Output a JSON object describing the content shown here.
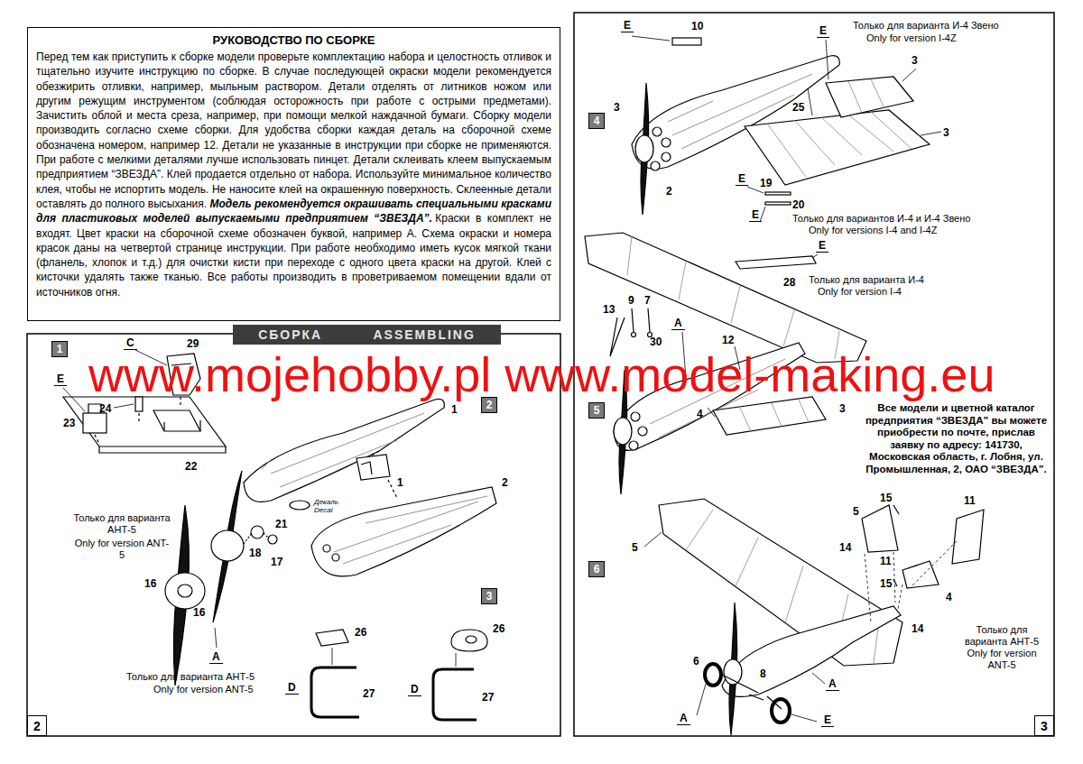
{
  "diagram": {
    "nodes": [
      {
        "text": [
          "РУКОВОДСТВО ПО СБОРКЕ",
          "Перед тем как приступить к сборке модели проверьте комплектацию набора и целостность отливок и тщательно изучите инструкцию по сборке. В случае последующей окраски модели рекомендуется обезжирить отливки, например, мыльным раствором. Детали отделять от литников ножом или другим режущим инструментом (соблюдая осторожность при работе с острыми предметами). Зачистить облой и места среза, например, при помощи мелкой наждачной бумаги. Сборку модели производить согласно схеме сборки. Для удобства сборки каждая деталь на сборочной схеме обозначена номером, например 12. Детали не указанные в инструкции при сборке не применяются. При работе с мелкими деталями лучше использовать пинцет. Детали склеивать клеем выпускаемым предприятием “ЗВЕЗДА”. Клей продается отдельно от набора. Используйте минимальное количество клея, чтобы не испортить модель. Не наносите клей на окрашенную поверхность. Склеенные детали оставлять до полного высыхания.",
          "Модель рекомендуется окрашивать специальными красками для пластиковых моделей выпускаемыми предприятием “ЗВЕЗДА”.",
          "Краски в комплект не входят. Цвет краски на сборочной схеме обозначен буквой, например A. Схема окраски и номера красок даны на четвертой странице инструкции. При работе необходимо иметь кусок мягкой ткани (фланель, хлопок и т.д.) для очистки кисти при переходе с одного цвета краски на другой. Клей с кисточки удалять также тканью. Все работы производить в проветриваемом помещении вдали от источников огня."
        ]
      },
      {
        "text": [
          "СБОРКА",
          "ASSEMBLING"
        ]
      },
      {
        "text": [
          "1"
        ]
      },
      {
        "text": [
          "2"
        ]
      },
      {
        "text": [
          "3"
        ]
      },
      {
        "text": [
          "2"
        ]
      },
      {
        "text": [
          "4"
        ]
      },
      {
        "text": [
          "5"
        ]
      },
      {
        "text": [
          "6"
        ]
      },
      {
        "text": [
          "3"
        ]
      }
    ],
    "labels": [
      "29",
      "C",
      "24",
      "E",
      "23",
      "22",
      "Только для варианта АНТ-5",
      "Only for version ANT-5",
      "16",
      "16",
      "A",
      "18",
      "17",
      "21",
      "Декаль",
      "Decal",
      "1",
      "2",
      "1",
      "26",
      "26",
      "D",
      "27",
      "D",
      "27",
      "Только для варианта АНТ-5",
      "Only for version ANT-5",
      "E",
      "10",
      "3",
      "E",
      "Только для варианта И-4 Звено",
      "Only for version I-4Z",
      "3",
      "3",
      "25",
      "2",
      "E",
      "19",
      "E",
      "20",
      "Только для вариантов И-4 и И-4 Звено",
      "Only for versions I-4 and I-4Z",
      "E",
      "28",
      "Только для варианта И-4",
      "Only for version I-4",
      "13",
      "9",
      "7",
      "A",
      "30",
      "12",
      "3",
      "4",
      "Все модели и цветной каталог предприятия “ЗВЕЗДА” вы можете приобрести по почте, прислав заявку по адресу: 141730, Московская область, г. Лобня, ул. Промышленная, 2, ОАО “ЗВЕЗДА”.",
      "15",
      "5",
      "11",
      "11",
      "5",
      "14",
      "15",
      "14",
      "4",
      "Только для варианта АНТ-5",
      "Only for version ANT-5",
      "6",
      "8",
      "A",
      "A",
      "E",
      "www.mojehobby.pl www.model-making.eu"
    ]
  }
}
